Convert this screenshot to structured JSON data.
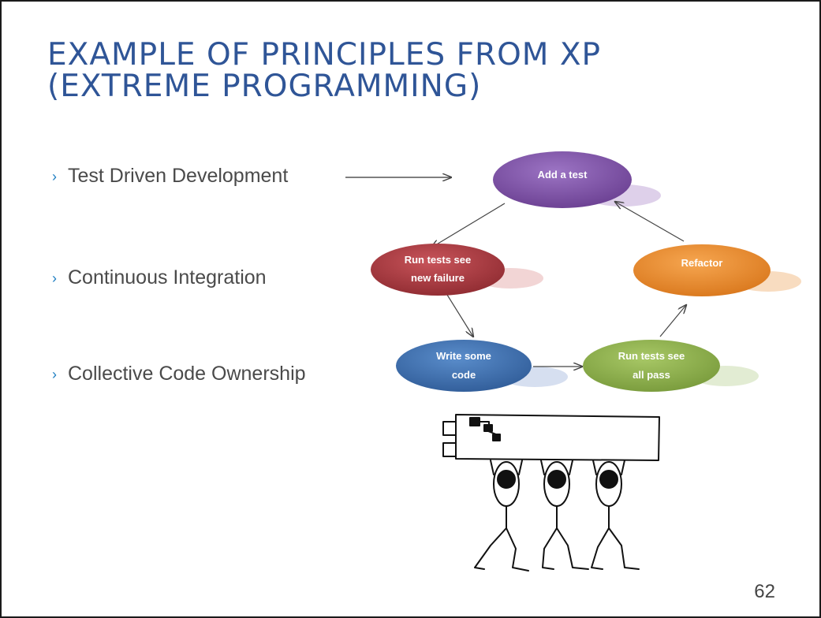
{
  "slide": {
    "title_line1": "EXAMPLE OF PRINCIPLES FROM XP",
    "title_line2": "(EXTREME PROGRAMMING)",
    "bullets": [
      "Test Driven Development",
      "Continuous Integration",
      "Collective Code Ownership"
    ],
    "page_number": "62"
  },
  "diagram": {
    "nodes": {
      "add_test": "Add a test",
      "run_fail_1": "Run tests see",
      "run_fail_2": "new failure",
      "write_1": "Write some",
      "write_2": "code",
      "run_pass_1": "Run tests see",
      "run_pass_2": "all pass",
      "refactor": "Refactor"
    },
    "colors": {
      "add_test": "#7b4fa0",
      "run_fail": "#a8393f",
      "write": "#3d6fae",
      "run_pass": "#8aad4a",
      "refactor": "#e98a2c"
    }
  },
  "illustration": {
    "description_icon": "team-carrying-server-icon"
  }
}
